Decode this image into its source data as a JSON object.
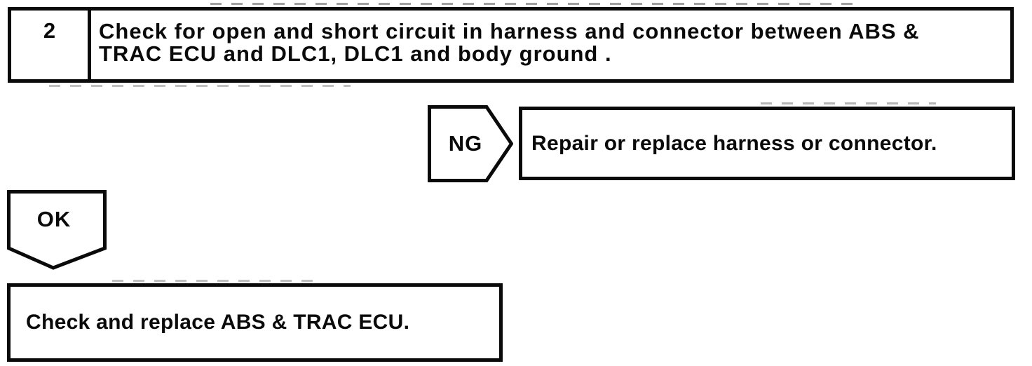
{
  "page": {
    "paper_color": "#ffffff",
    "ink_color": "#0a0a0a"
  },
  "flowchart": {
    "step": {
      "number": "2",
      "lines": [
        "Check for open and short circuit in harness and connector between ABS &",
        "TRAC ECU and DLC1, DLC1 and body ground ."
      ]
    },
    "ng": {
      "label": "NG",
      "action": "Repair or replace harness or connector."
    },
    "ok": {
      "label": "OK",
      "action": "Check and replace ABS & TRAC ECU."
    }
  }
}
